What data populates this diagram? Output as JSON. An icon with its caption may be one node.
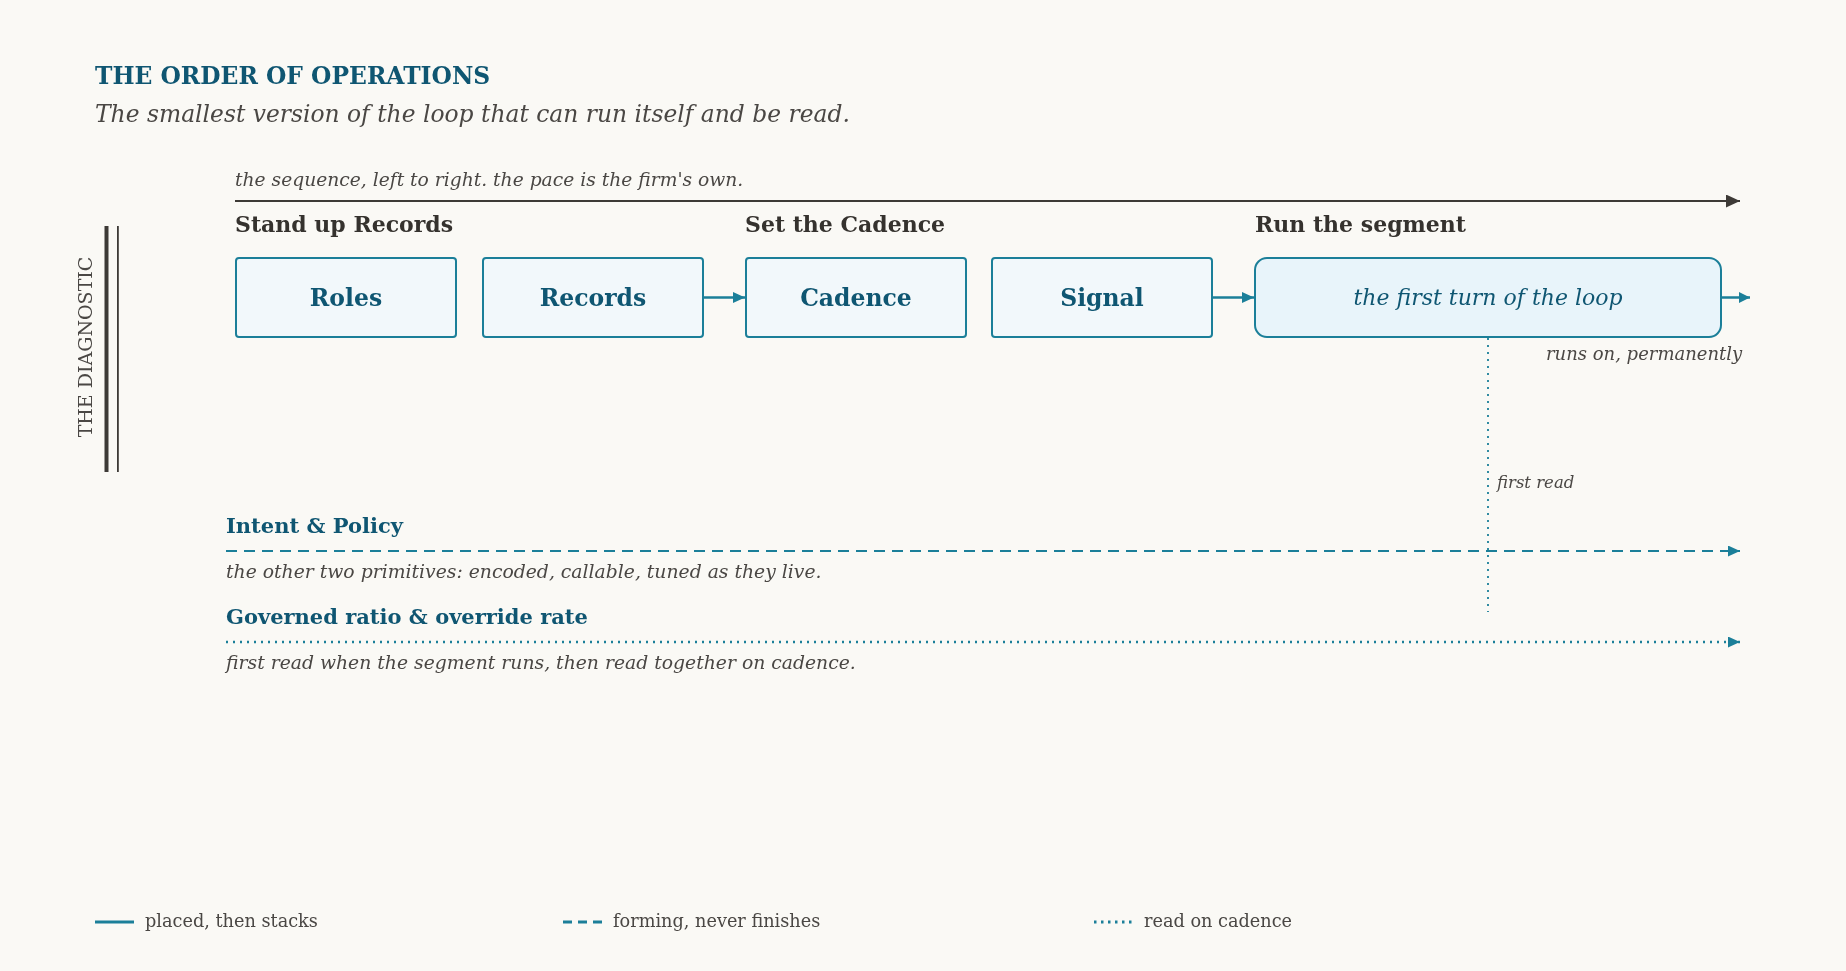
{
  "diagram": {
    "title": "THE ORDER OF OPERATIONS",
    "caption": "The smallest version of the loop that can run itself and be read.",
    "nodes": [
      {
        "text": [
          "Roles"
        ]
      },
      {
        "text": [
          "Records"
        ]
      },
      {
        "text": [
          "Cadence"
        ]
      },
      {
        "text": [
          "Signal"
        ]
      },
      {
        "text": [
          "the first turn of the loop"
        ]
      },
      {
        "text": [
          "Intent & Policy"
        ],
        "beside": [
          "the other two primitives: encoded, callable, tuned as they live."
        ]
      },
      {
        "text": [
          "Governed ratio & override rate"
        ],
        "beside": [
          "first read when the segment runs, then read together on cadence."
        ]
      }
    ],
    "edges": [
      {
        "from": 1,
        "to": 2,
        "arrow": "to"
      },
      {
        "from": 3,
        "to": 4,
        "arrow": "to"
      },
      {
        "from": 4,
        "to": null,
        "arrow": "to",
        "label": "runs on, permanently"
      },
      {
        "from": 4,
        "to": null,
        "arrow": "none",
        "style": "dashed",
        "label": "first read"
      },
      {
        "from": 5,
        "to": null,
        "arrow": "to",
        "style": "dashed"
      },
      {
        "from": 6,
        "to": null,
        "arrow": "to",
        "style": "dashed"
      }
    ],
    "labels": [
      "the sequence, left to right. the pace is the firm's own.",
      "Stand up Records",
      "Set the Cadence",
      "Run the segment",
      "THE DIAGNOSTIC"
    ],
    "legend": [
      {
        "text": "placed, then stacks"
      },
      {
        "text": "forming, never finishes"
      },
      {
        "text": "read on cadence"
      }
    ]
  }
}
